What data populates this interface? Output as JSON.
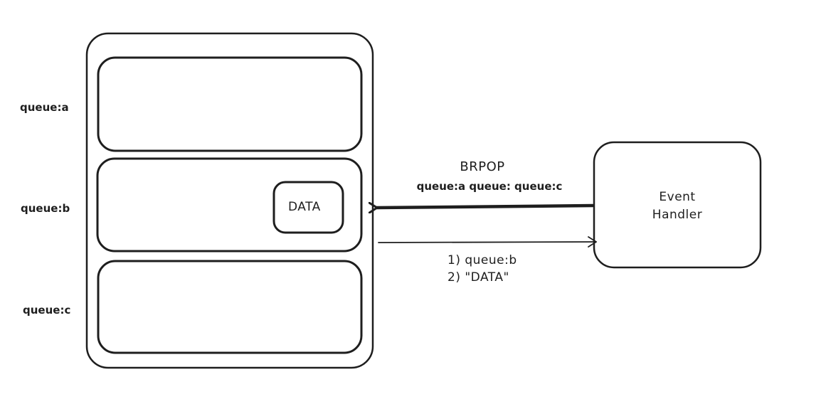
{
  "queues": [
    {
      "label": "queue:a"
    },
    {
      "label": "queue:b"
    },
    {
      "label": "queue:c"
    }
  ],
  "data_item": {
    "label": "DATA"
  },
  "handler": {
    "line1": "Event",
    "line2": "Handler"
  },
  "request": {
    "command": "BRPOP",
    "args": "queue:a queue: queue:c"
  },
  "response": {
    "line1": "1) queue:b",
    "line2": "2) \"DATA\""
  },
  "colors": {
    "stroke": "#1e1e1e",
    "background": "#ffffff"
  }
}
